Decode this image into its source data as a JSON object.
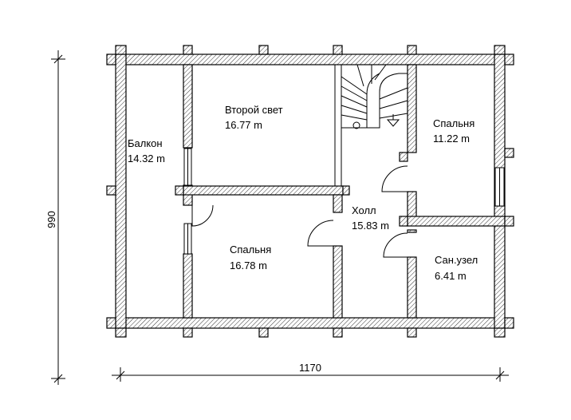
{
  "plan": {
    "rooms": [
      {
        "name": "Балкон",
        "area": "14.32 m"
      },
      {
        "name": "Второй свет",
        "area": "16.77 m"
      },
      {
        "name": "Спальня",
        "area": "11.22 m"
      },
      {
        "name": "Холл",
        "area": "15.83 m"
      },
      {
        "name": "Спальня",
        "area": "16.78 m"
      },
      {
        "name": "Сан.узел",
        "area": "6.41 m"
      }
    ],
    "dimensions": {
      "width": "1170",
      "height": "990"
    }
  }
}
